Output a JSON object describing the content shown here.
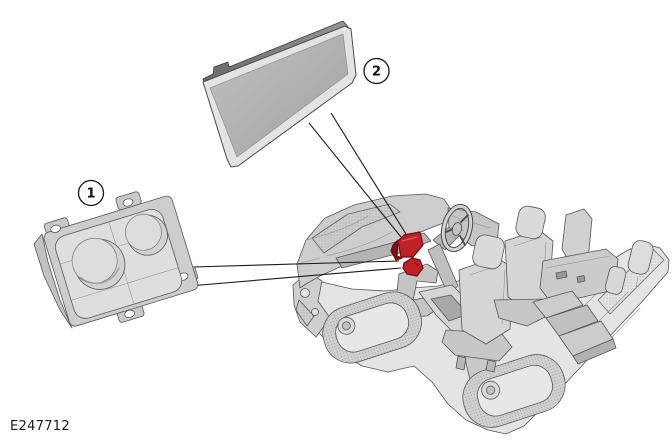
{
  "figure": {
    "code": "E247712"
  },
  "callouts": [
    {
      "number": "1"
    },
    {
      "number": "2"
    }
  ],
  "parts": [
    {
      "callout": "1",
      "name": "climate-control-panel"
    },
    {
      "callout": "2",
      "name": "touchscreen-display-panel"
    },
    {
      "name": "vehicle-interior-cutaway"
    }
  ],
  "colors": {
    "background": "#ffffff",
    "highlight": "#bf2127",
    "highlight_dark": "#7c1114",
    "line": "#1a1a1a"
  }
}
